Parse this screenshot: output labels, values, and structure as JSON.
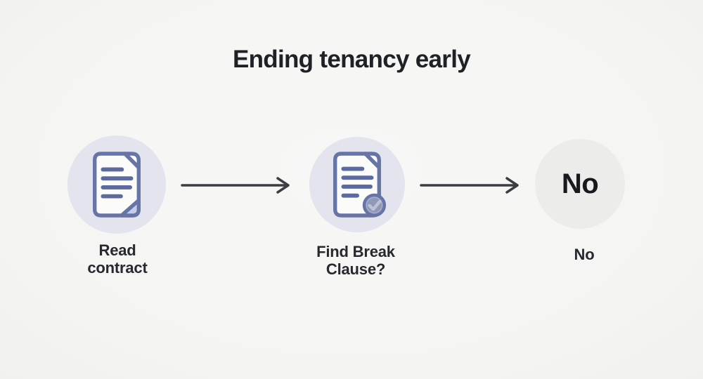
{
  "title": "Ending tenancy early",
  "flow": {
    "nodes": [
      {
        "id": "read-contract",
        "icon": "document-icon",
        "label": "Read\ncontract"
      },
      {
        "id": "find-break-clause",
        "icon": "document-check-icon",
        "label": "Find Break\nClause?"
      },
      {
        "id": "outcome-no",
        "icon": "none",
        "circle_text": "No",
        "label": "No"
      }
    ],
    "connectors": [
      {
        "from": "read-contract",
        "to": "find-break-clause",
        "direction": "right"
      },
      {
        "from": "find-break-clause",
        "to": "outcome-no",
        "direction": "right"
      }
    ]
  },
  "colors": {
    "background": "#f5f5f3",
    "title_text": "#1e2126",
    "label_text": "#26292e",
    "doc_circle_fill": "#e3e4ee",
    "outcome_circle_fill": "#ececeb",
    "icon_outline": "#6674a6",
    "icon_paper": "#fbfbfa",
    "icon_fold": "#c6cdeb",
    "icon_text_lines": "#5c6aa0",
    "badge_fill": "#9098ba",
    "badge_check": "#bcc2d6",
    "arrow": "#3a3d42"
  }
}
